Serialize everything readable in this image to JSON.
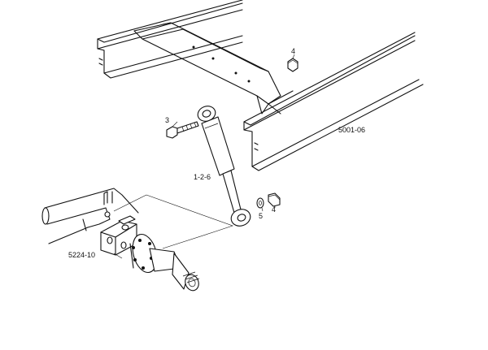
{
  "callouts": {
    "nut_top": "4",
    "bolt": "3",
    "shock_absorber": "1-2-6",
    "washer": "5",
    "nut_lower": "4",
    "frame_ref": "5001-06",
    "axle_ref": "5224-10"
  },
  "colors": {
    "line": "#111111",
    "background": "#ffffff"
  }
}
